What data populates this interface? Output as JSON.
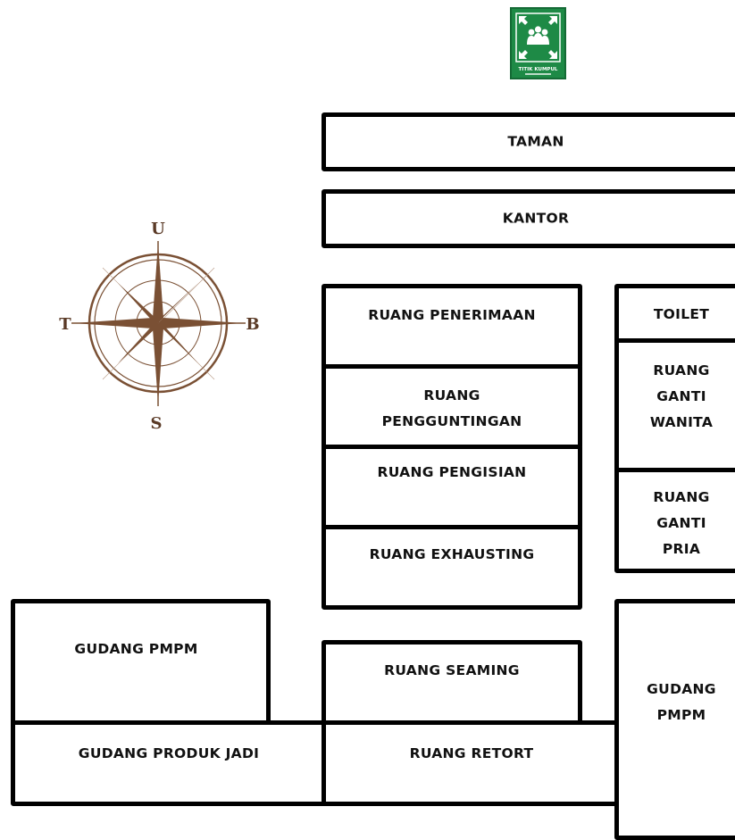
{
  "sign": {
    "text": "TITIK KUMPUL",
    "color": "#1e8a46"
  },
  "compass": {
    "north": "U",
    "south": "S",
    "west": "T",
    "east": "B",
    "color": "#7a5034"
  },
  "rooms": {
    "taman": "TAMAN",
    "kantor": "KANTOR",
    "penerimaan": "RUANG PENERIMAAN",
    "pengguntingan": "RUANG\nPENGGUNTINGAN",
    "pengisian": "RUANG PENGISIAN",
    "exhausting": "RUANG EXHAUSTING",
    "toilet": "TOILET",
    "ganti_wanita": "RUANG\nGANTI\nWANITA",
    "ganti_pria": "RUANG\nGANTI\nPRIA",
    "gudang_pmpm_left": "GUDANG PMPM",
    "gudang_produk_jadi": "GUDANG PRODUK JADI",
    "seaming": "RUANG SEAMING",
    "retort": "RUANG RETORT",
    "gudang_pmpm_right": "GUDANG\nPMPM"
  }
}
